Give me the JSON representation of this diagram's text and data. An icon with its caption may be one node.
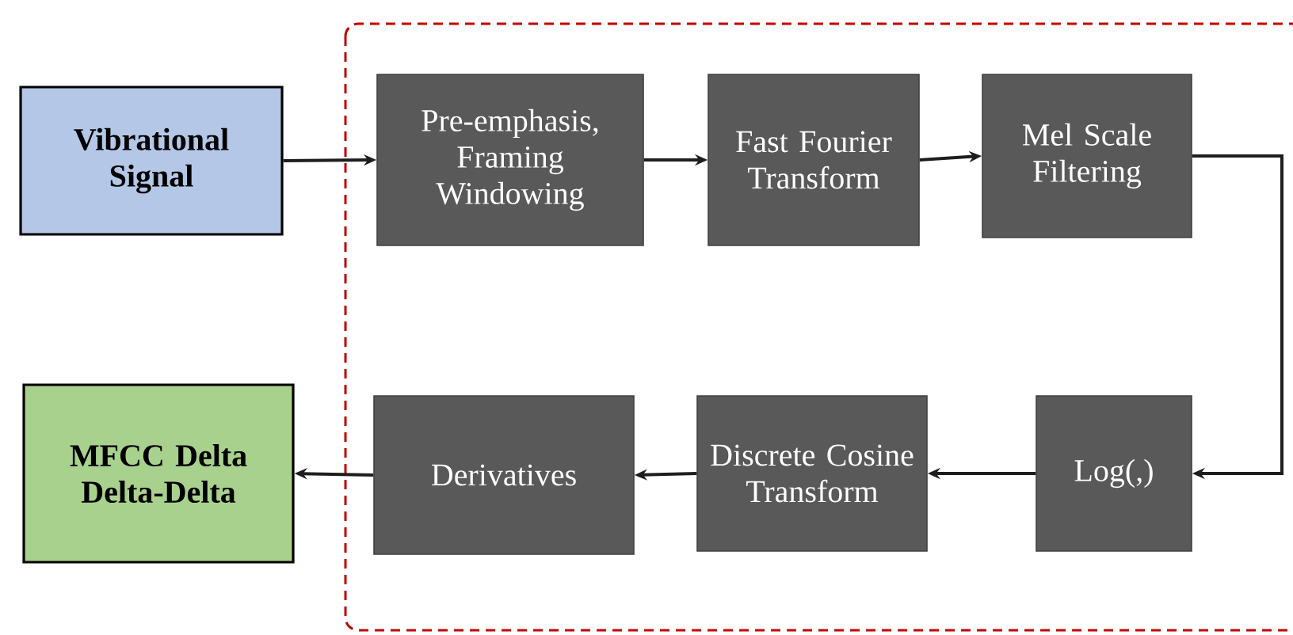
{
  "diagram": {
    "nodes": [
      {
        "text": [
          "Vibrational Signal"
        ]
      },
      {
        "text": [
          "Pre-emphasis, Framing Windowing"
        ]
      },
      {
        "text": [
          "Fast Fourier Transform"
        ]
      },
      {
        "text": [
          "Mel Scale Filtering"
        ]
      },
      {
        "text": [
          "Log(,)"
        ]
      },
      {
        "text": [
          "Discrete Cosine Transform"
        ]
      },
      {
        "text": [
          "Derivatives"
        ]
      },
      {
        "text": [
          "MFCC Delta Delta-Delta"
        ]
      }
    ],
    "edges": [
      {
        "from": 0,
        "to": 1,
        "arrow": "to"
      },
      {
        "from": 1,
        "to": 2,
        "arrow": "to"
      },
      {
        "from": 2,
        "to": 3,
        "arrow": "to"
      },
      {
        "from": 3,
        "to": 4,
        "arrow": "to"
      },
      {
        "from": 4,
        "to": 5,
        "arrow": "to"
      },
      {
        "from": 5,
        "to": 6,
        "arrow": "to"
      },
      {
        "from": 6,
        "to": 7,
        "arrow": "to"
      }
    ]
  }
}
